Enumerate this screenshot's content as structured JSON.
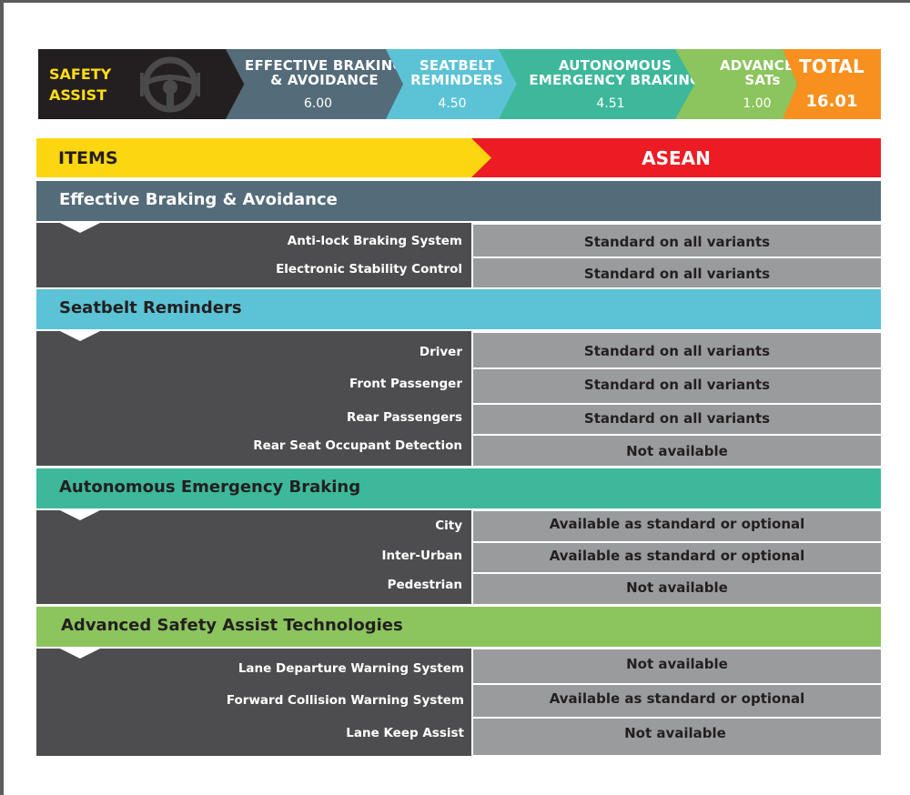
{
  "banner": {
    "safety_assist": [
      "SAFETY",
      "ASSIST"
    ],
    "segments": [
      {
        "title": [
          "EFFECTIVE BRAKING",
          "& AVOIDANCE"
        ],
        "score": "6.00",
        "color": "#546b79"
      },
      {
        "title": [
          "SEATBELT",
          "REMINDERS"
        ],
        "score": "4.50",
        "color": "#5bc3d5"
      },
      {
        "title": [
          "AUTONOMOUS",
          "EMERGENCY BRAKING"
        ],
        "score": "4.51",
        "color": "#3db89a"
      },
      {
        "title": [
          "ADVANCED",
          "SATs"
        ],
        "score": "1.00",
        "color": "#8cc45d"
      },
      {
        "title": [
          "TOTAL"
        ],
        "score": "16.01",
        "color": "#f7901e"
      }
    ]
  },
  "header": {
    "items": "ITEMS",
    "region": "ASEAN"
  },
  "sections": [
    {
      "title": "Effective Braking & Avoidance",
      "color": "#546b79",
      "rows": [
        {
          "label": "Anti-lock Braking System",
          "value": "Standard on all variants"
        },
        {
          "label": "Electronic Stability Control",
          "value": "Standard on all variants"
        }
      ]
    },
    {
      "title": "Seatbelt Reminders",
      "color": "#5bc3d5",
      "rows": [
        {
          "label": "Driver",
          "value": "Standard on all variants"
        },
        {
          "label": "Front Passenger",
          "value": "Standard on all variants"
        },
        {
          "label": "Rear Passengers",
          "value": "Standard on all variants"
        },
        {
          "label": "Rear Seat Occupant Detection",
          "value": "Not available"
        }
      ]
    },
    {
      "title": "Autonomous Emergency Braking",
      "color": "#3db89a",
      "rows": [
        {
          "label": "City",
          "value": "Available as standard or optional"
        },
        {
          "label": "Inter-Urban",
          "value": "Available as standard or optional"
        },
        {
          "label": "Pedestrian",
          "value": "Not available"
        }
      ]
    },
    {
      "title": "Advanced Safety Assist Technologies",
      "color": "#8cc45d",
      "rows": [
        {
          "label": "Lane Departure Warning System",
          "value": "Not available"
        },
        {
          "label": "Forward Collision Warning System",
          "value": "Available as standard or optional"
        },
        {
          "label": "Lane Keep Assist",
          "value": "Not available"
        }
      ]
    }
  ]
}
